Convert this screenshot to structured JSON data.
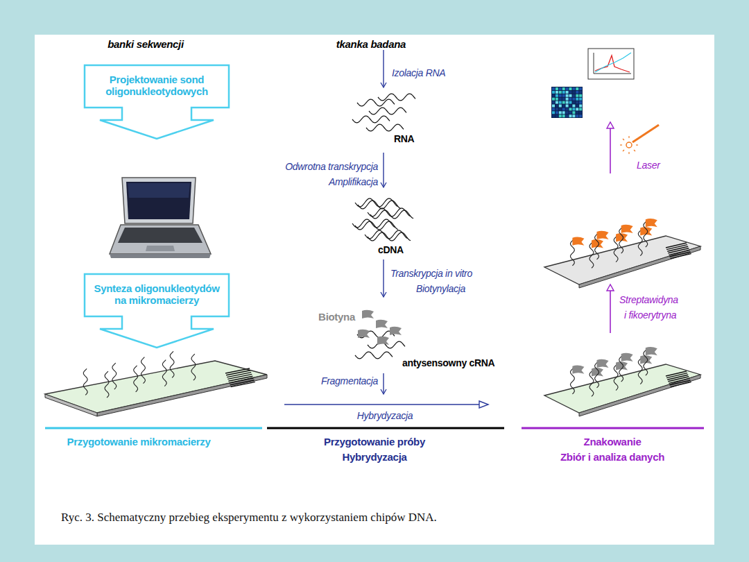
{
  "diagram": {
    "caption": "Ryc. 3. Schematyczny przebieg eksperymentu z wykorzystaniem chipów DNA.",
    "nodes": [
      {
        "text": [
          "Projektowanie sond oligonukleotydowych"
        ]
      },
      {
        "text": [
          "Synteza oligonukleotydów na mikromacierzy"
        ]
      }
    ],
    "labels": [
      "banki sekwencji",
      "tkanka badana",
      "Izolacja RNA",
      "RNA",
      "Odwrotna transkrypcja",
      "Amplifikacja",
      "cDNA",
      "Transkrypcja in vitro",
      "Biotynylacja",
      "Biotyna",
      "antysensowny cRNA",
      "Fragmentacja",
      "Hybrydyzacja",
      "Laser",
      "Streptawidyna",
      "i fikoerytryna",
      "Przygotowanie mikromacierzy",
      "Przygotowanie próby",
      "Hybrydyzacja",
      "Znakowanie",
      "Zbiór i analiza danych"
    ]
  }
}
